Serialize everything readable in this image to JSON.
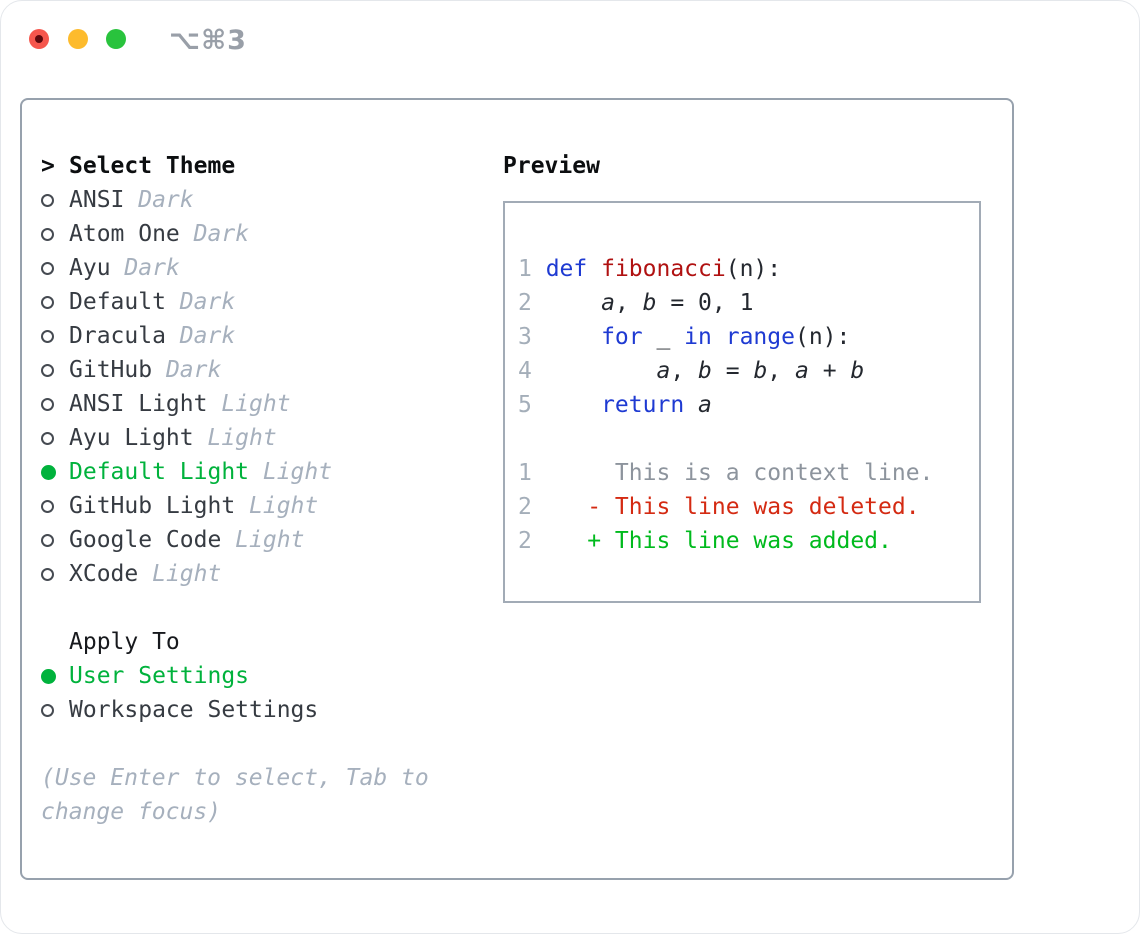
{
  "window": {
    "title": "⌥⌘3"
  },
  "colors": {
    "selected_green": "#00b23c",
    "added_green": "#00ba1d",
    "deleted_red": "#d42a12",
    "keyword_blue": "#1e3ad2",
    "function_red": "#b01111",
    "muted_gray": "#a6b0bd",
    "border_gray": "#97a1ad",
    "traffic_red": "#f5564d",
    "traffic_yellow": "#fdbb2d",
    "traffic_green": "#29c33d"
  },
  "theme_panel": {
    "header_marker": ">",
    "header": "Select Theme",
    "items": [
      {
        "name": "ANSI",
        "tag": "Dark",
        "selected": false
      },
      {
        "name": "Atom One",
        "tag": "Dark",
        "selected": false
      },
      {
        "name": "Ayu",
        "tag": "Dark",
        "selected": false
      },
      {
        "name": "Default",
        "tag": "Dark",
        "selected": false
      },
      {
        "name": "Dracula",
        "tag": "Dark",
        "selected": false
      },
      {
        "name": "GitHub",
        "tag": "Dark",
        "selected": false
      },
      {
        "name": "ANSI Light",
        "tag": "Light",
        "selected": false
      },
      {
        "name": "Ayu Light",
        "tag": "Light",
        "selected": false
      },
      {
        "name": "Default Light",
        "tag": "Light",
        "selected": true
      },
      {
        "name": "GitHub Light",
        "tag": "Light",
        "selected": false
      },
      {
        "name": "Google Code",
        "tag": "Light",
        "selected": false
      },
      {
        "name": "XCode",
        "tag": "Light",
        "selected": false
      }
    ],
    "apply_to": {
      "header": "Apply To",
      "options": [
        {
          "name": "User Settings",
          "selected": true
        },
        {
          "name": "Workspace Settings",
          "selected": false
        }
      ]
    },
    "help": "(Use Enter to select, Tab to change focus)"
  },
  "preview": {
    "header": "Preview",
    "code_lines": [
      {
        "num": "1",
        "tokens": [
          {
            "t": "kw",
            "s": "def"
          },
          {
            "t": "p",
            "s": " "
          },
          {
            "t": "fn",
            "s": "fibonacci"
          },
          {
            "t": "p",
            "s": "(n):"
          }
        ]
      },
      {
        "num": "2",
        "tokens": [
          {
            "t": "p",
            "s": "    "
          },
          {
            "t": "v",
            "s": "a"
          },
          {
            "t": "p",
            "s": ", "
          },
          {
            "t": "v",
            "s": "b"
          },
          {
            "t": "p",
            "s": " = 0, 1"
          }
        ]
      },
      {
        "num": "3",
        "tokens": [
          {
            "t": "p",
            "s": "    "
          },
          {
            "t": "kw",
            "s": "for"
          },
          {
            "t": "p",
            "s": " _ "
          },
          {
            "t": "kw",
            "s": "in"
          },
          {
            "t": "p",
            "s": " "
          },
          {
            "t": "kw",
            "s": "range"
          },
          {
            "t": "p",
            "s": "(n):"
          }
        ]
      },
      {
        "num": "4",
        "tokens": [
          {
            "t": "p",
            "s": "        "
          },
          {
            "t": "v",
            "s": "a"
          },
          {
            "t": "p",
            "s": ", "
          },
          {
            "t": "v",
            "s": "b"
          },
          {
            "t": "p",
            "s": " = "
          },
          {
            "t": "v",
            "s": "b"
          },
          {
            "t": "p",
            "s": ", "
          },
          {
            "t": "v",
            "s": "a"
          },
          {
            "t": "p",
            "s": " + "
          },
          {
            "t": "v",
            "s": "b"
          }
        ]
      },
      {
        "num": "5",
        "tokens": [
          {
            "t": "p",
            "s": "    "
          },
          {
            "t": "kw",
            "s": "return"
          },
          {
            "t": "p",
            "s": " "
          },
          {
            "t": "v",
            "s": "a"
          }
        ]
      }
    ],
    "diff_lines": [
      {
        "num": "1",
        "type": "context",
        "marker": "",
        "text": "This is a context line."
      },
      {
        "num": "2",
        "type": "deleted",
        "marker": "-",
        "text": "This line was deleted."
      },
      {
        "num": "2",
        "type": "added",
        "marker": "+",
        "text": "This line was added."
      }
    ]
  }
}
